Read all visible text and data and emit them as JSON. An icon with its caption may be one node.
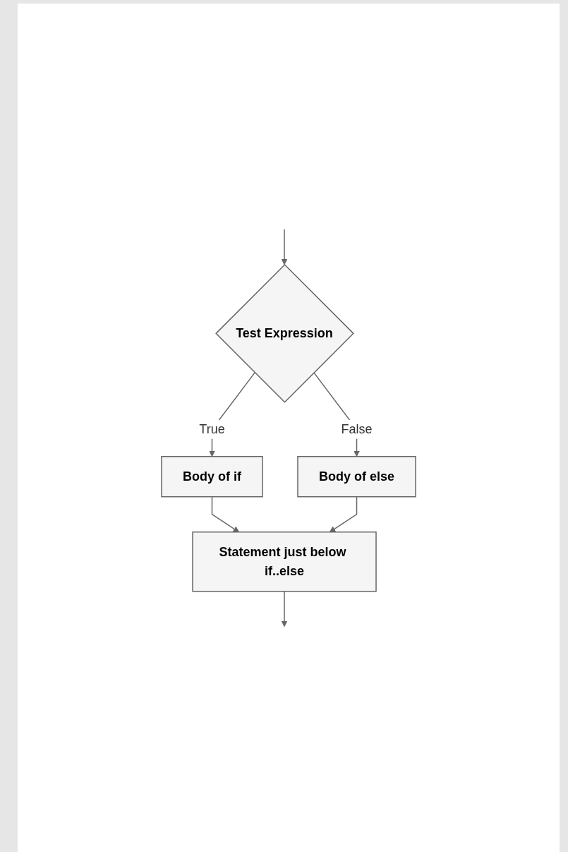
{
  "diagram": {
    "nodes": [
      {
        "text": [
          "Test Expression"
        ]
      },
      {
        "text": [
          "Body of if"
        ]
      },
      {
        "text": [
          "Body of else"
        ]
      },
      {
        "text": [
          "Statement just below if..else"
        ]
      }
    ],
    "edges": [
      {
        "from": null,
        "to": 0,
        "arrow": "to"
      },
      {
        "from": 0,
        "to": 1,
        "arrow": "to",
        "label": "True"
      },
      {
        "from": 0,
        "to": 2,
        "arrow": "to",
        "label": "False"
      },
      {
        "from": 1,
        "to": 3,
        "arrow": "to"
      },
      {
        "from": 2,
        "to": 3,
        "arrow": "to"
      },
      {
        "from": 3,
        "to": null,
        "arrow": "to"
      }
    ]
  }
}
